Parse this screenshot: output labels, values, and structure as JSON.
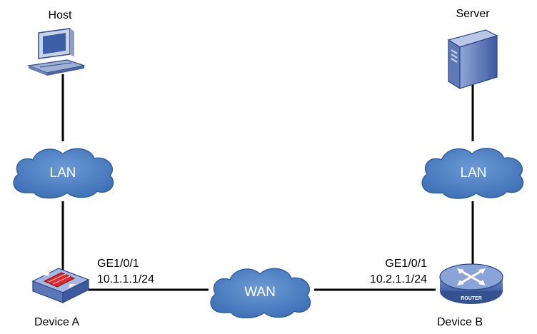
{
  "nodes": {
    "host": {
      "label": "Host"
    },
    "server": {
      "label": "Server"
    },
    "lan_left": {
      "label": "LAN"
    },
    "lan_right": {
      "label": "LAN"
    },
    "wan": {
      "label": "WAN"
    },
    "device_a": {
      "label": "Device A",
      "interface": "GE1/0/1",
      "ip": "10.1.1.1/24"
    },
    "device_b": {
      "label": "Device B",
      "interface": "GE1/0/1",
      "ip": "10.2.1.1/24",
      "badge": "ROUTER"
    }
  },
  "colors": {
    "cloud": "#4a7ec2",
    "device": "#5a78b8",
    "firewall": "#e3262b",
    "link": "#000000"
  },
  "icons": {
    "host": "desktop-computer-icon",
    "server": "tower-server-icon",
    "device_a": "firewall-icon",
    "device_b": "router-icon"
  }
}
